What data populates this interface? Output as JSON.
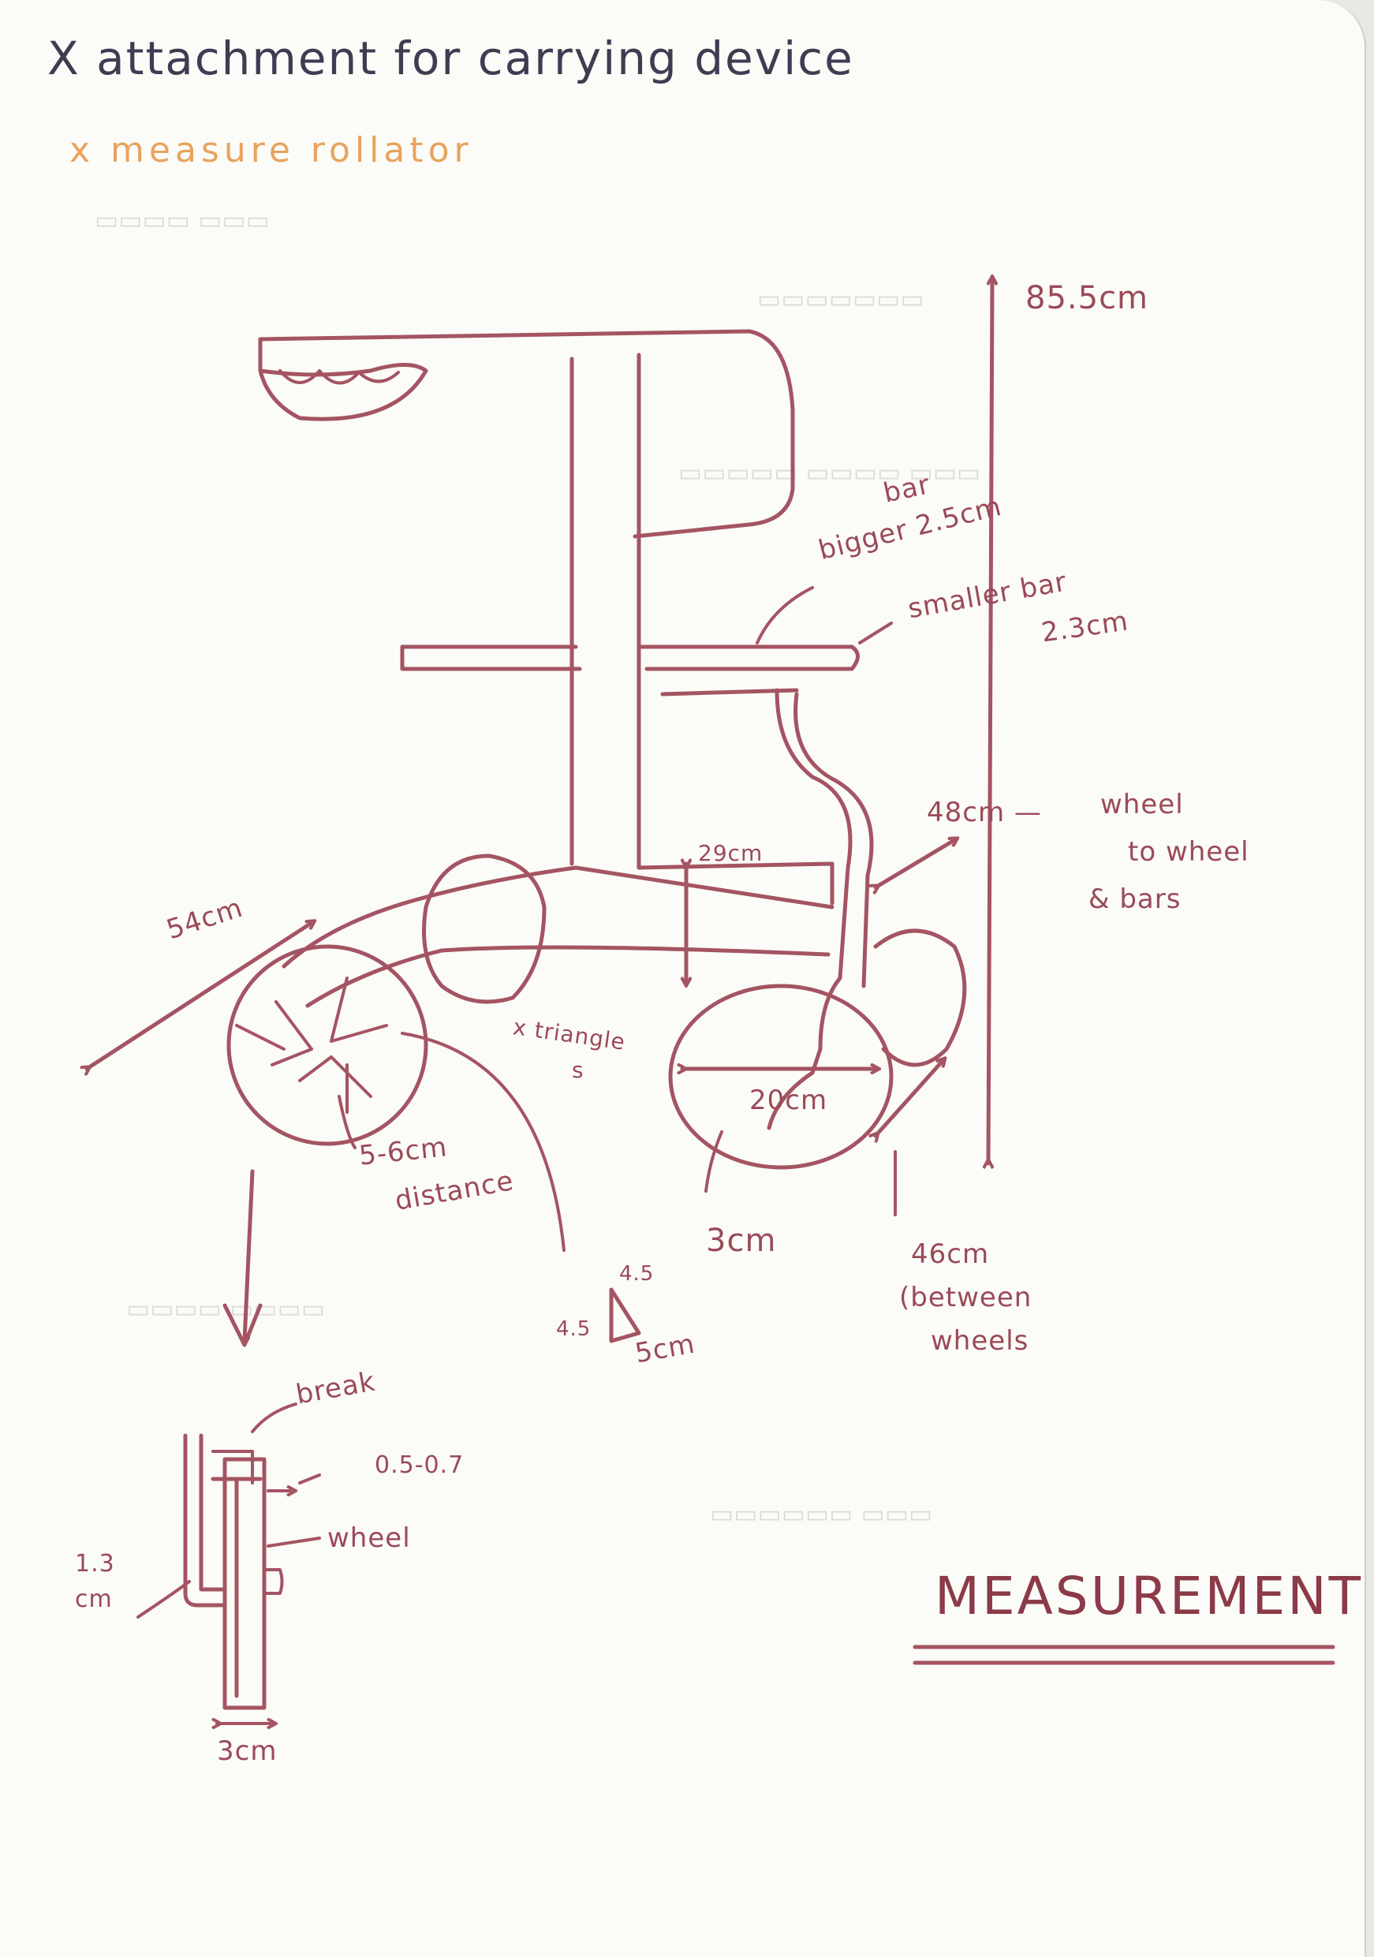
{
  "page": {
    "title": "X attachment for carrying device",
    "subtitle": "x measure rollator",
    "heading": "MEASUREMENTS"
  },
  "annotations": {
    "height": "85.5cm",
    "bar_label": "bar",
    "bigger_bar": "bigger 2.5cm",
    "smaller_bar_label": "smaller bar",
    "smaller_bar_value": "2.3cm",
    "wheel_to_wheel_value": "48cm —",
    "wheel_to_wheel_line1": "wheel",
    "wheel_to_wheel_line2": "to wheel",
    "wheel_to_wheel_line3": "& bars",
    "diag_length": "54cm",
    "seat_gap": "29cm",
    "triangles_line1": "x triangle",
    "triangles_line2": "s",
    "wheel_diameter": "20cm",
    "spoke_distance_line1": "5-6cm",
    "spoke_distance_line2": "distance",
    "wheel_width": "3cm",
    "between_wheels_line1": "46cm",
    "between_wheels_line2": "(between",
    "between_wheels_line3": "wheels",
    "triangle_side_top": "4.5",
    "triangle_side_left": "4.5",
    "triangle_base": "5cm",
    "detail_brake": "break",
    "detail_gap": "0.5-0.7",
    "detail_wheel": "wheel",
    "detail_height_line1": "1.3",
    "detail_height_line2": "cm",
    "detail_width": "3cm"
  },
  "colors": {
    "pen_red": "#a45462",
    "pen_grey": "#3d3d52",
    "pen_orange": "#e8a35c",
    "paper": "#fbfbf8"
  }
}
